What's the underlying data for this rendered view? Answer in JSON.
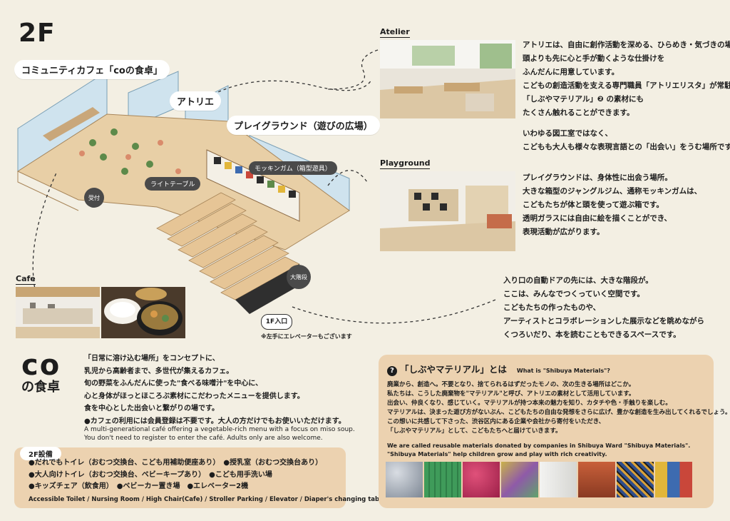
{
  "floor": "2F",
  "map": {
    "cafe_callout": "コミュニティカフェ「coの食卓」",
    "atelier_callout": "アトリエ",
    "playground_callout": "プレイグラウンド（遊びの広場）",
    "mokkingum_tag": "モッキンガム（箱型遊具）",
    "light_table_tag": "ライトテーブル",
    "reception_tag": "受付",
    "stairs_tag": "大階段",
    "entrance_tag": "1F入口",
    "elevator_note": "※左手にエレベーターもございます"
  },
  "atelier": {
    "label": "Atelier",
    "lines": [
      "アトリエは、自由に創作活動を深める、ひらめき・気づきの場。",
      "頭よりも先に心と手が動くような仕掛けを",
      "ふんだんに用意しています。",
      "こどもの創造活動を支える専門職員「アトリエリスタ」が常駐。",
      "「しぶやマテリアル」❷ の素材にも",
      "たくさん触れることができます。"
    ],
    "lines2": [
      "いわゆる図工室ではなく、",
      "こどもも大人も様々な表現言語との「出会い」をうむ場所です。"
    ]
  },
  "playground": {
    "label": "Playground",
    "lines": [
      "プレイグラウンドは、身体性に出会う場所。",
      "大きな箱型のジャングルジム、通称モッキンガムは、",
      "こどもたちが体と頭を使って遊ぶ箱です。",
      "透明ガラスには自由に絵を描くことができ、",
      "表現活動が広がります。"
    ]
  },
  "stairs_desc": {
    "lines": [
      "入り口の自動ドアの先には、大きな階段が。",
      "ここは、みんなでつくっていく空間です。",
      "こどもたちの作ったものや、",
      "アーティストとコラボレーションした展示などを眺めながら",
      "くつろいだり、本を読むこともできるスペースです。"
    ]
  },
  "cafe": {
    "label": "Cafe",
    "logo_line1": "co",
    "logo_line2": "の食卓",
    "lines": [
      "「日常に溶け込む場所」をコンセプトに、",
      "乳児から高齢者まで、多世代が集えるカフェ。",
      "旬の野菜をふんだんに使った\"食べる味噌汁\"を中心に、",
      "心と身体がほっとほころぶ素材にこだわったメニューを提供します。",
      "食を中心とした出会いと繋がりの場です。",
      "●カフェの利用には会員登録は不要です。大人の方だけでもお使いいただけます。"
    ],
    "en_lines": [
      "A multi-generational café offering a vegetable-rich menu with a focus on miso soup.",
      "You don't need to register to enter the café. Adults only are also welcome."
    ]
  },
  "facilities": {
    "title": "2F設備",
    "rows": [
      "●だれでもトイレ（おむつ交換台、こども用補助便座あり）　●授乳室（おむつ交換台あり）",
      "●大人向けトイレ（おむつ交換台、ベビーキープあり）　●こども用手洗い場",
      "●キッズチェア（飲食用）　●ベビーカー置き場　●エレベーター2機"
    ],
    "en": "Accessible Toilet / Nursing Room / High Chair(Cafe) / Stroller Parking / Elevator / Diaper's changing table"
  },
  "materials": {
    "title": "「しぶやマテリアル」とは",
    "title_en": "What is \"Shibuya Materials\"?",
    "body": [
      "廃業から、創造へ。不要となり、捨てられるはずだったモノの、次の生きる場所はどこか。",
      "私たちは、こうした廃棄物を\"マテリアル\"と呼び、アトリエの素材として活用しています。",
      "出会い、仲良くなり、感じていく。マテリアルが持つ本来の魅力を知り、カタチや色・手触りを楽しむ。",
      "マテリアルは、決まった遊び方がないぶん、こどもたちの自由な発想をさらに広げ、豊かな創造を生み出してくれるでしょう。",
      "この想いに共感して下さった、渋谷区内にある企業や会社から寄付をいただき、",
      "「しぶやマテリアル」として、こどもたちへと届けていきます。"
    ],
    "en": [
      "We are called reusable materials donated by companies in Shibuya Ward \"Shibuya Materials\".",
      "\"Shibuya Materials\" help children grow and play with rich creativity."
    ]
  }
}
